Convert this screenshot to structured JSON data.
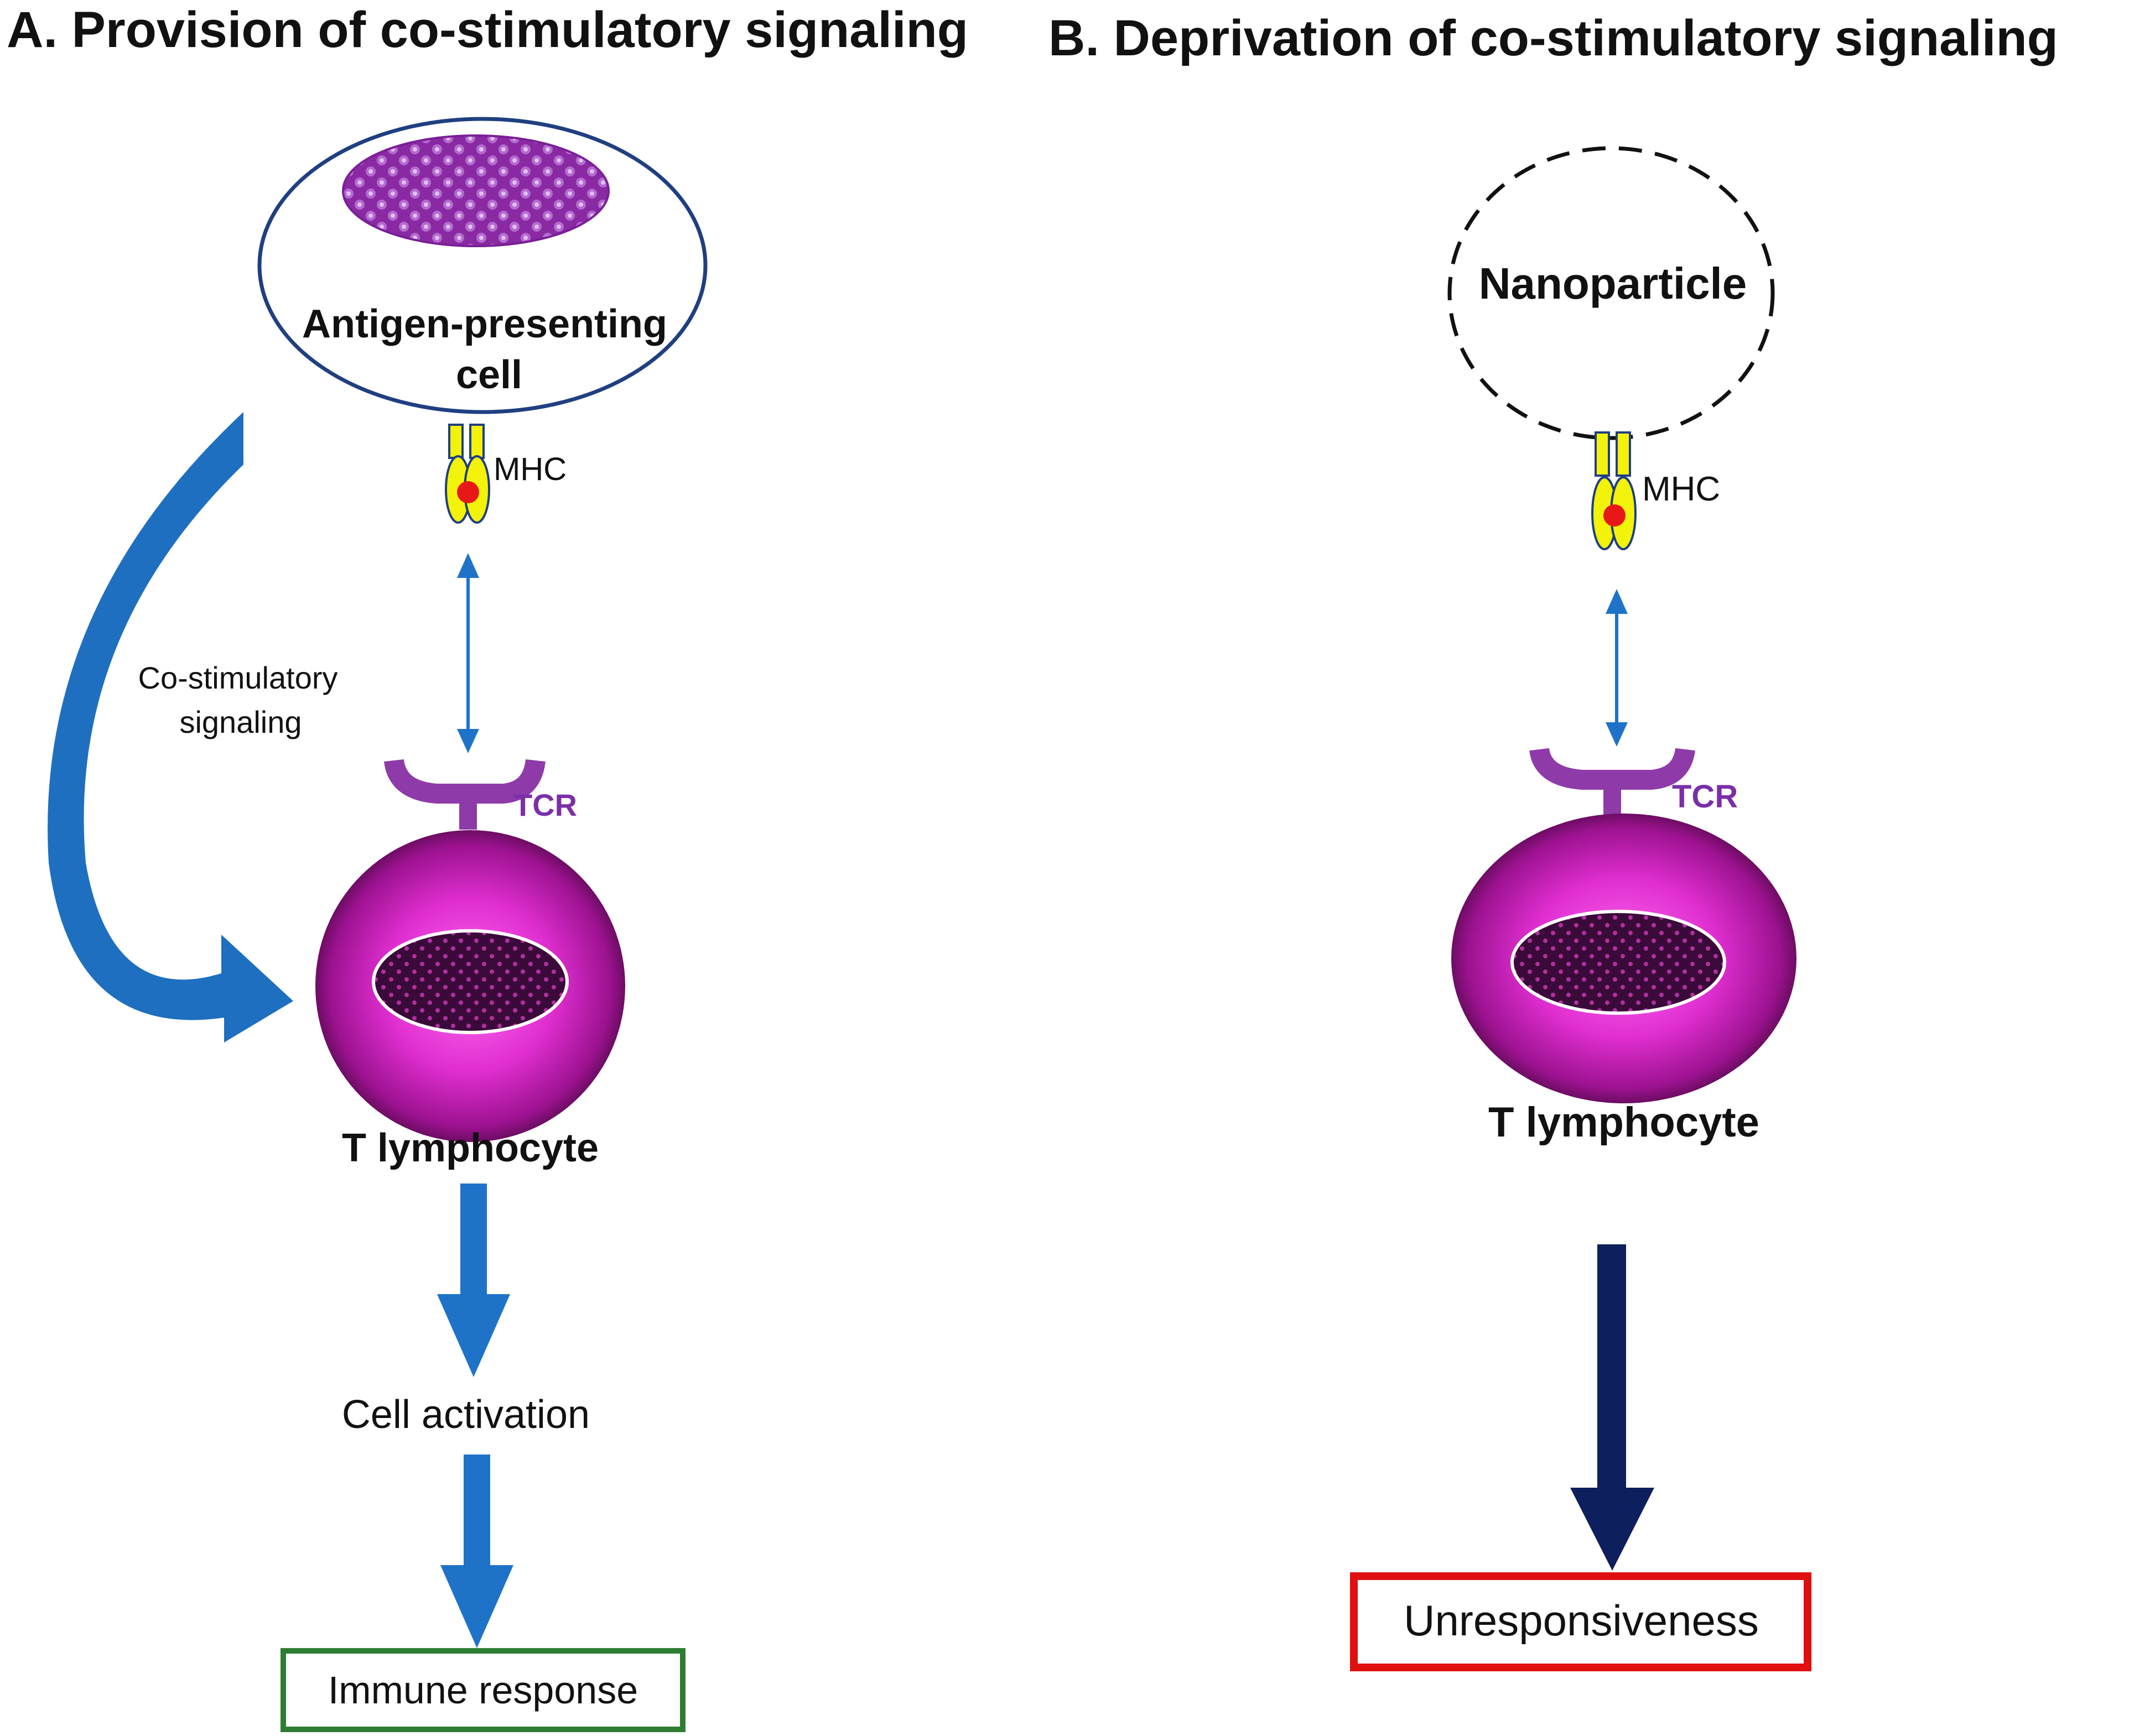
{
  "panel_a": {
    "title": "A.  Provision of co-stimulatory signaling",
    "apc_label_line1": "Antigen-presenting",
    "apc_label_line2": "cell",
    "mhc_label": "MHC",
    "tcr_label": "TCR",
    "costim_line1": "Co-stimulatory",
    "costim_line2": "signaling",
    "t_cell_label": "T lymphocyte",
    "activation_label": "Cell activation",
    "outcome_label": "Immune response",
    "outcome_color": "#2e7d32"
  },
  "panel_b": {
    "title": "B.  Deprivation of co-stimulatory signaling",
    "nanoparticle_label": "Nanoparticle",
    "mhc_label": "MHC",
    "tcr_label": "TCR",
    "t_cell_label": "T lymphocyte",
    "outcome_label": "Unresponsiveness",
    "outcome_color": "#e01010"
  },
  "colors": {
    "arrow_blue": "#1e73c8",
    "arrow_navy": "#0d1f5c",
    "tcr_purple": "#8e3aa9",
    "mhc_yellow": "#f2f20a",
    "antigen_red": "#e81818",
    "apc_outline": "#1f3f80"
  }
}
